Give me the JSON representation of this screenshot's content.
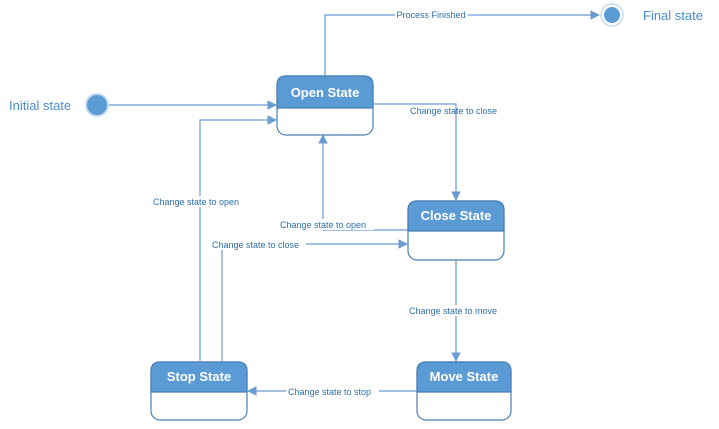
{
  "diagram": {
    "colors": {
      "accent": "#4a7eb5",
      "line": "#6b9bd0",
      "node_fill": "#5b9bd5",
      "label_text": "#2e6fa8"
    },
    "terminals": {
      "initial": {
        "label": "Initial state"
      },
      "final": {
        "label": "Final state"
      }
    },
    "states": {
      "open": {
        "title": "Open State"
      },
      "close": {
        "title": "Close State"
      },
      "move": {
        "title": "Move State"
      },
      "stop": {
        "title": "Stop State"
      }
    },
    "transitions": {
      "process_finished": "Process Finished",
      "open_to_close": "Change state to close",
      "close_to_open": "Change state to open",
      "close_to_move": "Change state to move",
      "move_to_stop": "Change state to stop",
      "stop_to_open": "Change state to open",
      "stop_to_close": "Change state to close"
    }
  }
}
